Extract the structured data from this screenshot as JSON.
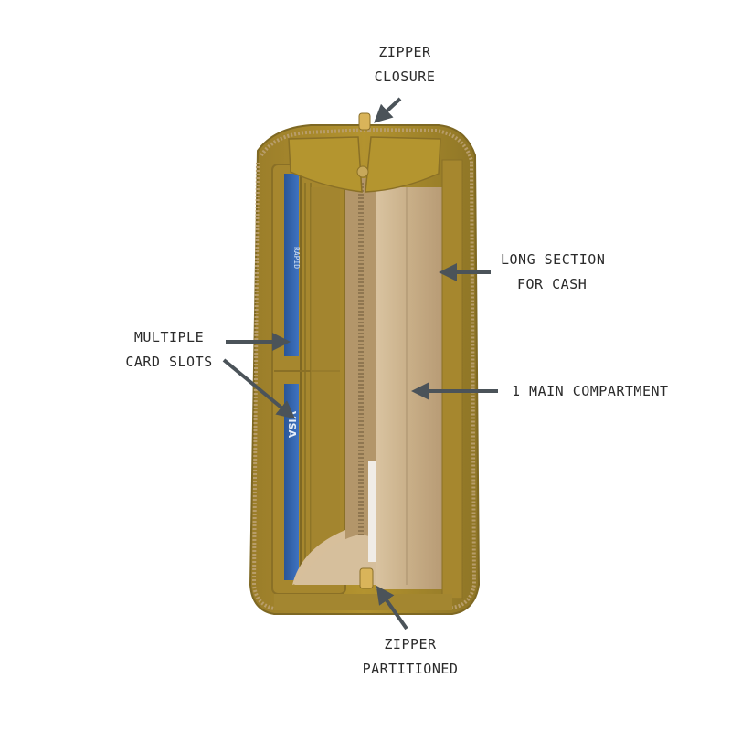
{
  "callouts": {
    "zipper_closure": {
      "line1": "ZIPPER",
      "line2": "CLOSURE"
    },
    "long_section": {
      "line1": "LONG SECTION",
      "line2": "FOR CASH"
    },
    "card_slots": {
      "line1": "MULTIPLE",
      "line2": "CARD SLOTS"
    },
    "main_compartment": {
      "line1": "1 MAIN COMPARTMENT"
    },
    "zipper_partitioned": {
      "line1": "ZIPPER",
      "line2": "PARTITIONED"
    }
  },
  "card_text": {
    "top_card": "RAPID",
    "bottom_card": "VISA"
  },
  "colors": {
    "leather": "#a8892f",
    "leather_dark": "#8c7226",
    "lining": "#c9b08c",
    "lining_light": "#d8c3a0",
    "zipper_teeth": "#b2955a",
    "card_blue": "#2f5fa8",
    "arrow": "#4b5359",
    "label": "#2b2b2b"
  }
}
